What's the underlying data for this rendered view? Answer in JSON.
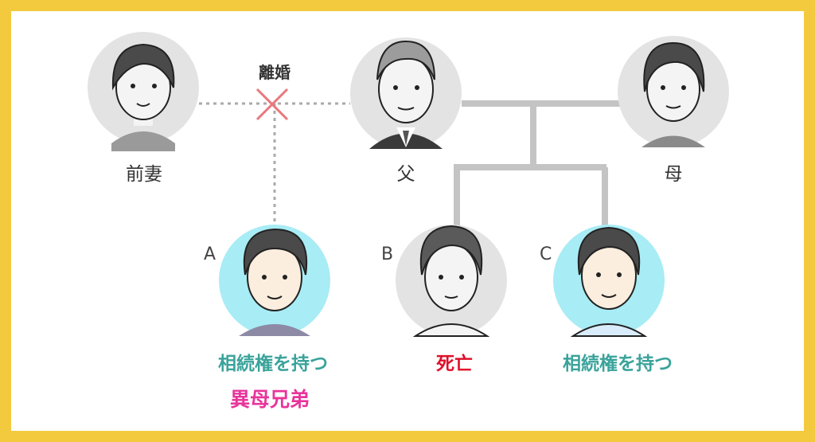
{
  "people": {
    "former_wife": {
      "name": "前妻"
    },
    "father": {
      "name": "父"
    },
    "mother": {
      "name": "母"
    },
    "child_a": {
      "tag": "A",
      "status": "相続権を持つ",
      "relation": "異母兄弟"
    },
    "child_b": {
      "tag": "B",
      "status": "死亡"
    },
    "child_c": {
      "tag": "C",
      "status": "相続権を持つ"
    }
  },
  "divorce_label": "離婚",
  "colors": {
    "frame": "#f3c93e",
    "heir_circle": "#a8ecf5",
    "neutral_circle": "#e3e3e3",
    "line": "#c4c4c4",
    "divorce_mark": "#e8787c",
    "heir_text": "#3aa39b",
    "deceased_text": "#e0102a",
    "relation_text": "#e8349b"
  }
}
